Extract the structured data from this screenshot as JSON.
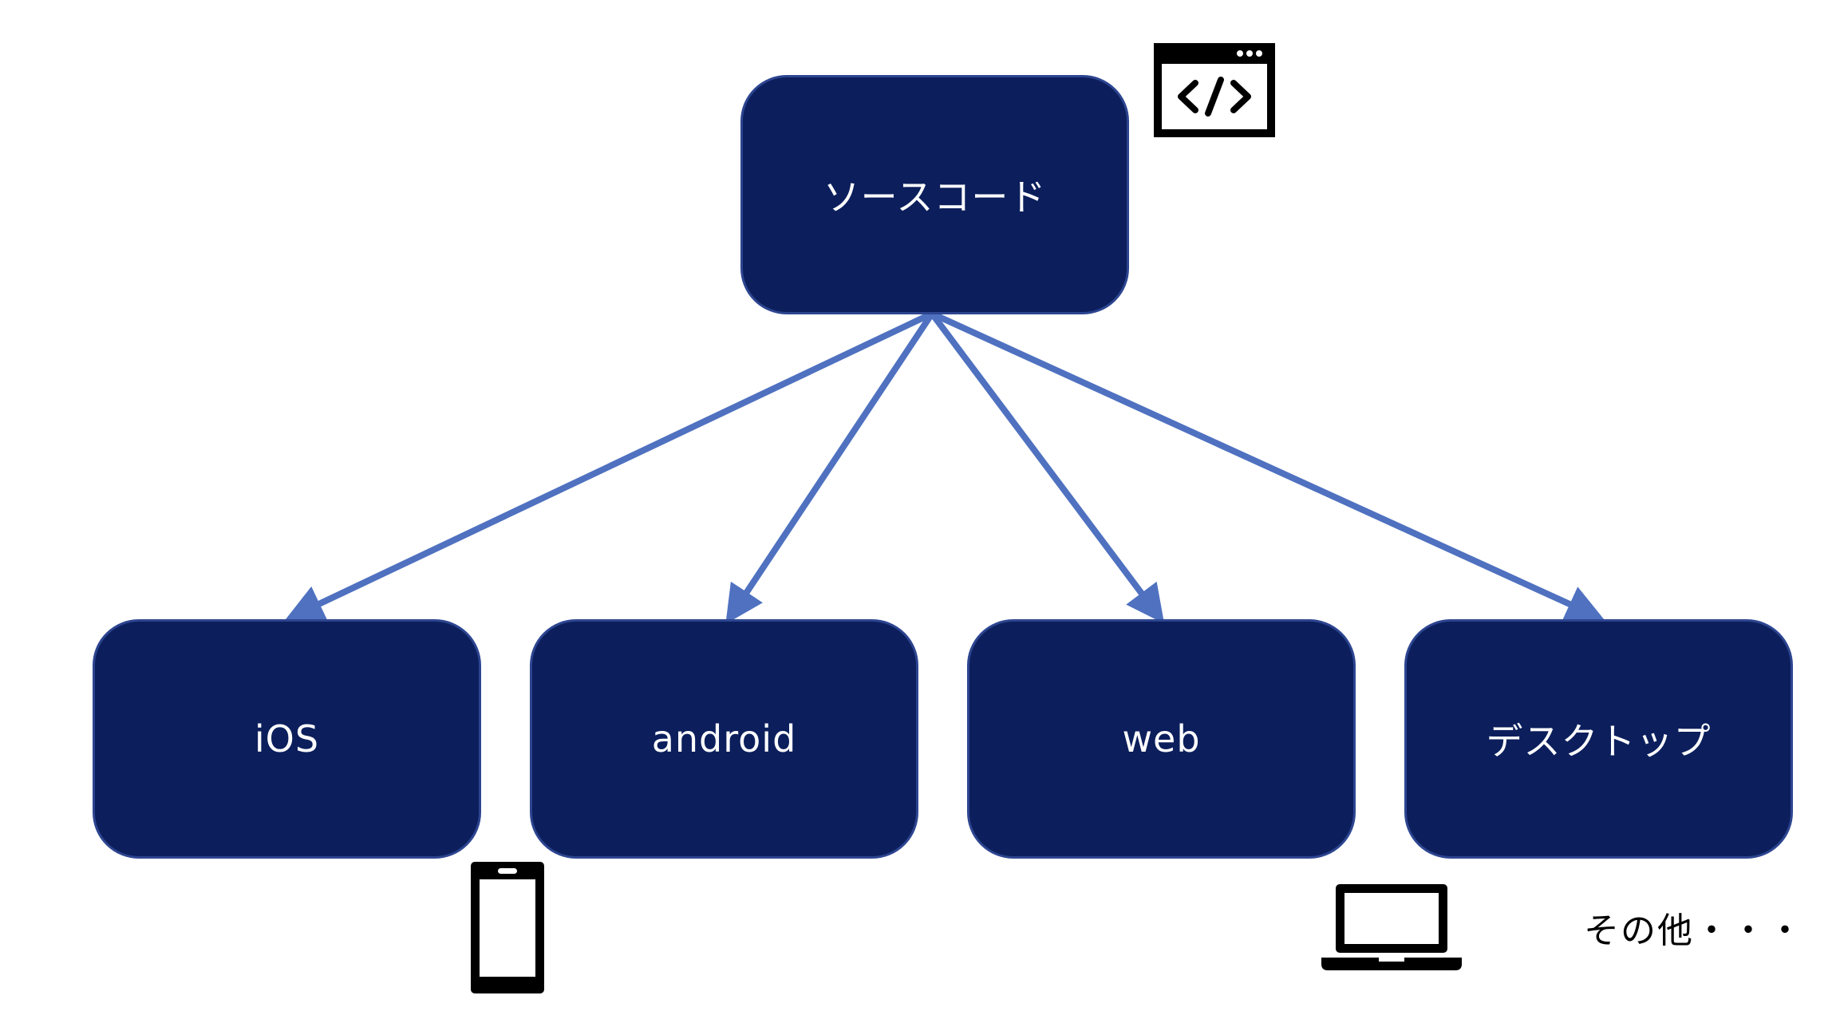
{
  "colors": {
    "box_fill": "#0c1f5c",
    "box_border": "#2d4590",
    "arrow": "#4f71c0",
    "text_on_box": "#ffffff",
    "icon": "#000000"
  },
  "nodes": {
    "source": {
      "label": "ソースコード",
      "icon": "code-window-icon"
    },
    "ios": {
      "label": "iOS"
    },
    "android": {
      "label": "android"
    },
    "web": {
      "label": "web"
    },
    "desktop": {
      "label": "デスクトップ"
    }
  },
  "edges": [
    {
      "from": "source",
      "to": "ios"
    },
    {
      "from": "source",
      "to": "android"
    },
    {
      "from": "source",
      "to": "web"
    },
    {
      "from": "source",
      "to": "desktop"
    }
  ],
  "icons": {
    "phone": "smartphone-icon",
    "laptop": "laptop-icon"
  },
  "others_label": "その他・・・"
}
